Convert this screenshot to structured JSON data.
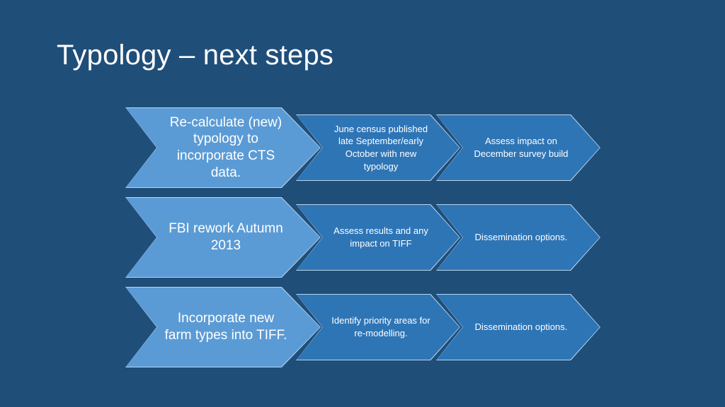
{
  "slide": {
    "title": "Typology – next steps"
  },
  "rows": [
    {
      "lead": "Re-calculate (new) typology to incorporate CTS data.",
      "steps": [
        "June census published late September/early October with new typology",
        "Assess impact on December survey build"
      ]
    },
    {
      "lead": "FBI rework Autumn 2013",
      "steps": [
        "Assess results and any impact on TIFF",
        "Dissemination options."
      ]
    },
    {
      "lead": "Incorporate new farm types into TIFF.",
      "steps": [
        "Identify priority areas for re-modelling.",
        "Dissemination options."
      ]
    }
  ],
  "colors": {
    "background": "#1f4e79",
    "lead_fill": "#5b9bd5",
    "step_fill": "#2e75b6",
    "outline": "#b9d3ec"
  }
}
